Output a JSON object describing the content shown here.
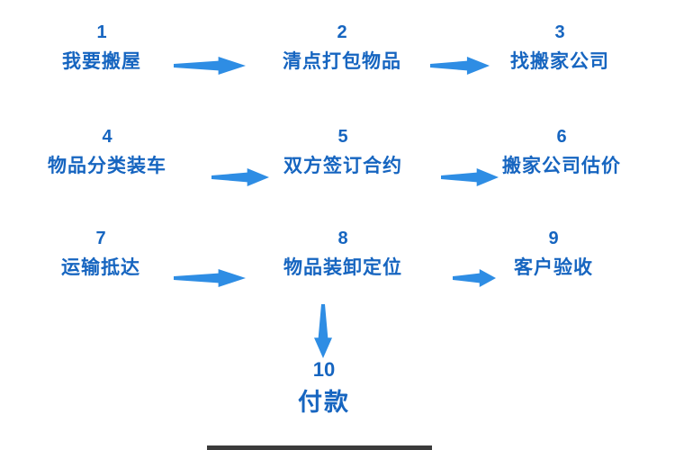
{
  "diagram": {
    "title": "moving-house-process-flow",
    "colors": {
      "text": "#1665c0",
      "arrow": "#2e8de4",
      "bottom_bar": "#3b3b3b"
    },
    "steps": [
      {
        "num": "1",
        "label": "我要搬屋"
      },
      {
        "num": "2",
        "label": "清点打包物品"
      },
      {
        "num": "3",
        "label": "找搬家公司"
      },
      {
        "num": "4",
        "label": "物品分类装车"
      },
      {
        "num": "5",
        "label": "双方签订合约"
      },
      {
        "num": "6",
        "label": "搬家公司估价"
      },
      {
        "num": "7",
        "label": "运输抵达"
      },
      {
        "num": "8",
        "label": "物品装卸定位"
      },
      {
        "num": "9",
        "label": "客户验收"
      },
      {
        "num": "10",
        "label": "付款"
      }
    ],
    "connections": [
      {
        "from": "1",
        "to": "2",
        "direction": "right"
      },
      {
        "from": "2",
        "to": "3",
        "direction": "right"
      },
      {
        "from": "4",
        "to": "5",
        "direction": "right"
      },
      {
        "from": "5",
        "to": "6",
        "direction": "right"
      },
      {
        "from": "7",
        "to": "8",
        "direction": "right"
      },
      {
        "from": "8",
        "to": "9",
        "direction": "right"
      },
      {
        "from": "8",
        "to": "10",
        "direction": "down"
      }
    ]
  }
}
